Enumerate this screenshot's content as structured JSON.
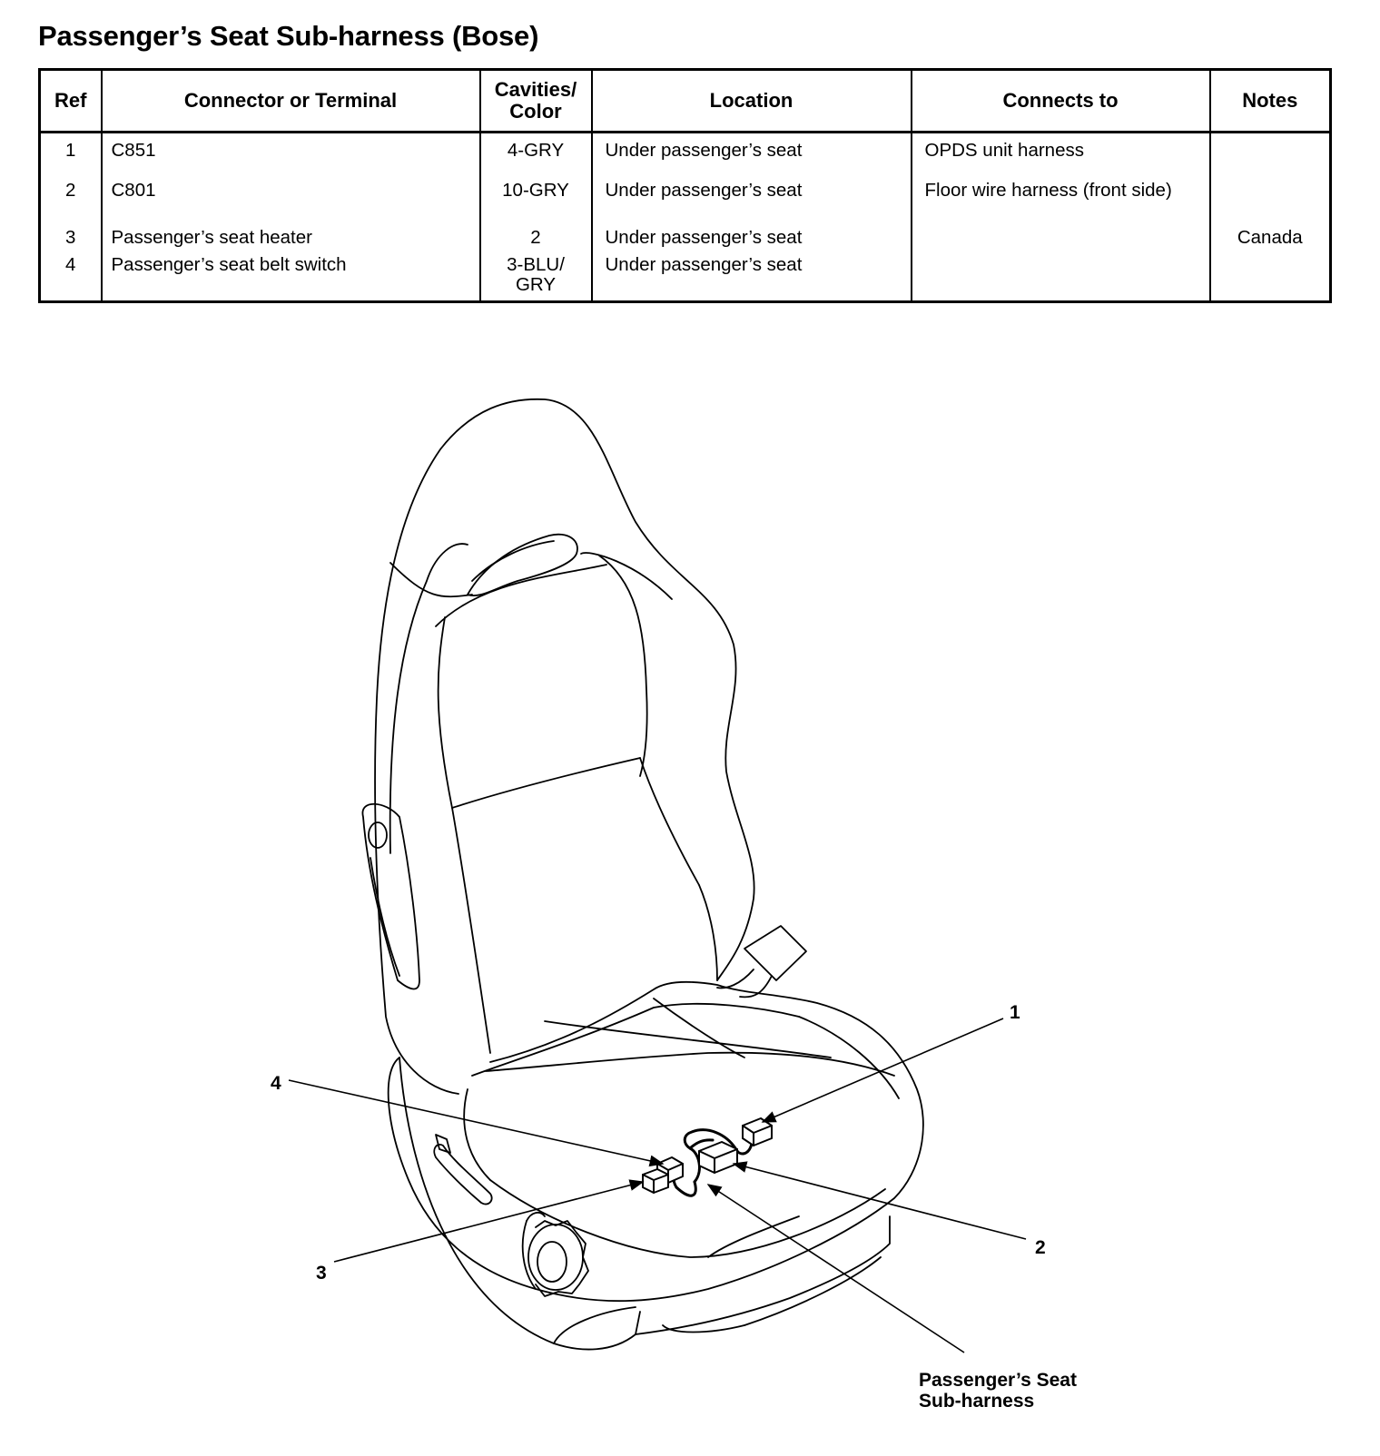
{
  "title": "Passenger’s Seat Sub-harness (Bose)",
  "table": {
    "headers": {
      "ref": "Ref",
      "connector": "Connector or Terminal",
      "cavities_line1": "Cavities/",
      "cavities_line2": "Color",
      "location": "Location",
      "connects_to": "Connects to",
      "notes": "Notes"
    },
    "rows": [
      {
        "ref": "1",
        "connector": "C851",
        "cavities": "4-GRY",
        "cavities_line2": "",
        "location": "Under passenger’s seat",
        "connects_to": "OPDS unit harness",
        "notes": ""
      },
      {
        "ref": "2",
        "connector": "C801",
        "cavities": "10-GRY",
        "cavities_line2": "",
        "location": "Under passenger’s seat",
        "connects_to": "Floor wire harness (front side)",
        "notes": ""
      },
      {
        "ref": "3",
        "connector": "Passenger’s seat heater",
        "cavities": "2",
        "cavities_line2": "",
        "location": "Under passenger’s seat",
        "connects_to": "",
        "notes": "Canada"
      },
      {
        "ref": "4",
        "connector": "Passenger’s seat belt switch",
        "cavities": "3-BLU/",
        "cavities_line2": "GRY",
        "location": "Under passenger’s seat",
        "connects_to": "",
        "notes": ""
      }
    ]
  },
  "diagram": {
    "callouts": [
      "1",
      "2",
      "3",
      "4"
    ],
    "harness_label_line1": "Passenger’s Seat",
    "harness_label_line2": "Sub-harness"
  }
}
